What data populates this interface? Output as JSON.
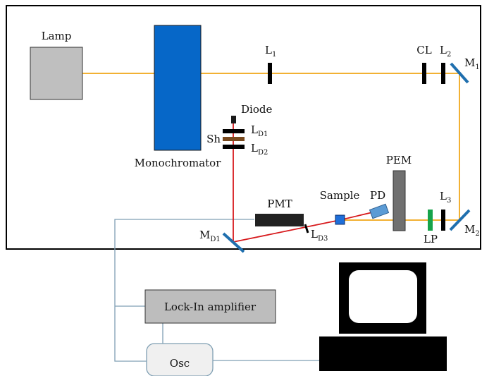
{
  "labels": {
    "lamp": "Lamp",
    "monochromator": "Monochromator",
    "diode": "Diode",
    "shutter": "Sh",
    "pmt": "PMT",
    "sample": "Sample",
    "pd": "PD",
    "pem": "PEM",
    "lp": "LP",
    "cl": "CL",
    "l_main": "L",
    "m_main": "M",
    "lock_in": "Lock-In amplifier",
    "osc": "Osc"
  },
  "subscripts": {
    "l1": "1",
    "l2": "2",
    "l3": "3",
    "m1": "1",
    "m2": "2",
    "ld1": "D1",
    "ld2": "D2",
    "ld3": "D3",
    "md1": "D1"
  },
  "colors": {
    "lamp_beam": "#f2b134",
    "laser_beam": "#d7191c",
    "cable": "#7f9fb3",
    "monochromator": "#0667c8",
    "mirror": "#1f6fae",
    "lamp_fill": "#bfbfbf",
    "lock_in_fill": "#bdbdbd",
    "pem_fill": "#707070",
    "polarizer": "#16a34a",
    "pd_fill": "#5b9bd5",
    "sample_fill": "#1e6fd9",
    "shutter_mid": "#7a4a1e",
    "frame": "#000000",
    "computer": "#000000"
  }
}
